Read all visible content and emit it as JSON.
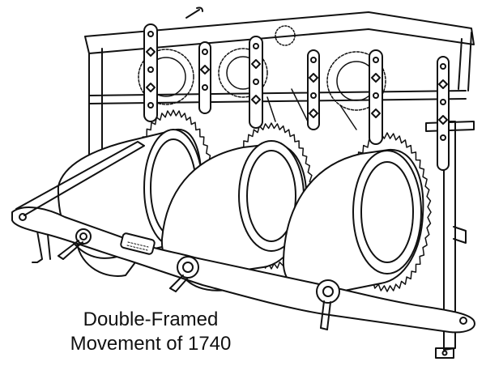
{
  "caption": {
    "line1": "Double-Framed",
    "line2": "Movement of 1740"
  },
  "drawing": {
    "subject": "clock movement line drawing",
    "drums": 3,
    "vertical_straps": 6,
    "colors": {
      "ink": "#111111",
      "paper": "#ffffff"
    }
  }
}
